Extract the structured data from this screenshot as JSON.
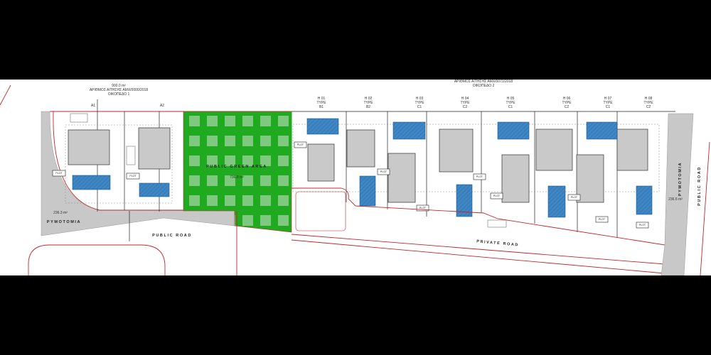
{
  "plot1": {
    "area": "900.0 m²",
    "application": "ΑΡΙΘΜΟΣ ΑΙΤΗΣΗΣ ΑΜΧ/0000/2018",
    "name": "ΟΙΚΟΠΕΔΟ 1",
    "lots": [
      "A1",
      "A2"
    ]
  },
  "plot2": {
    "application": "ΑΡΙΘΜΟΣ ΑΙΤΗΣΗΣ ΑΜΧ/0071/2018",
    "name": "ΟΙΚΟΠΕΔΟ 2",
    "houses": [
      {
        "id": "H 01",
        "type_label": "TYPE",
        "type": "B1"
      },
      {
        "id": "H 02",
        "type_label": "TYPE",
        "type": "B2"
      },
      {
        "id": "H 03",
        "type_label": "TYPE",
        "type": "C1"
      },
      {
        "id": "H 04",
        "type_label": "TYPE",
        "type": "C2"
      },
      {
        "id": "H 05",
        "type_label": "TYPE",
        "type": "C1"
      },
      {
        "id": "H 06",
        "type_label": "TYPE",
        "type": "C2"
      },
      {
        "id": "H 07",
        "type_label": "TYPE",
        "type": "C1"
      },
      {
        "id": "H 08",
        "type_label": "TYPE",
        "type": "C2"
      }
    ]
  },
  "green_area": {
    "label": "PUBLIC GREEN AREA",
    "area": "736.8 m²"
  },
  "left_street": {
    "label": "PYMOTOMIA",
    "area": "236.3 m²"
  },
  "right_street": {
    "label": "PYMOTOMIA",
    "area": "236.6 m²"
  },
  "public_road_bottom": "PUBLIC ROAD",
  "public_road_right": "PUBLIC ROAD",
  "private_road": "PRIVATE ROAD",
  "plot_label": "PLOT",
  "colors": {
    "green": "#1faa1f",
    "pool": "#3f86c4",
    "house": "#c9c9c9",
    "boundary": "#c0282d",
    "street": "#c8c8c8"
  }
}
